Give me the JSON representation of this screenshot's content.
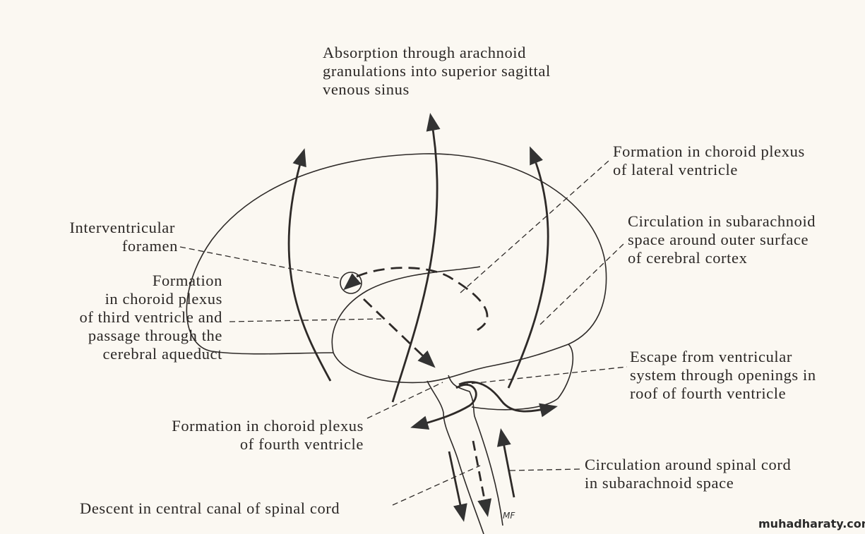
{
  "labels": {
    "absorption": [
      "Absorption through arachnoid",
      "granulations into superior sagittal",
      "venous sinus"
    ],
    "lateral_ventricle": [
      "Formation in choroid plexus",
      "of lateral  ventricle"
    ],
    "interventricular": [
      "Interventricular",
      "foramen"
    ],
    "subarachnoid_cortex": [
      "Circulation in subarachnoid",
      "space around outer surface",
      "of cerebral cortex"
    ],
    "third_ventricle": [
      "Formation",
      "in choroid plexus",
      "of third ventricle and",
      "passage through the",
      "cerebral aqueduct"
    ],
    "escape": [
      "Escape from ventricular",
      "system through openings in",
      "roof of fourth ventricle"
    ],
    "fourth_ventricle": [
      "Formation in choroid plexus",
      "of fourth ventricle"
    ],
    "spinal_circulation": [
      "Circulation around spinal cord",
      "in  subarachnoid space"
    ],
    "descent": [
      "Descent in central canal of spinal cord"
    ]
  },
  "signature": "MF",
  "watermark": "muhadharaty.com",
  "colors": {
    "background": "#fbf8f2",
    "ink": "#2b2725"
  }
}
